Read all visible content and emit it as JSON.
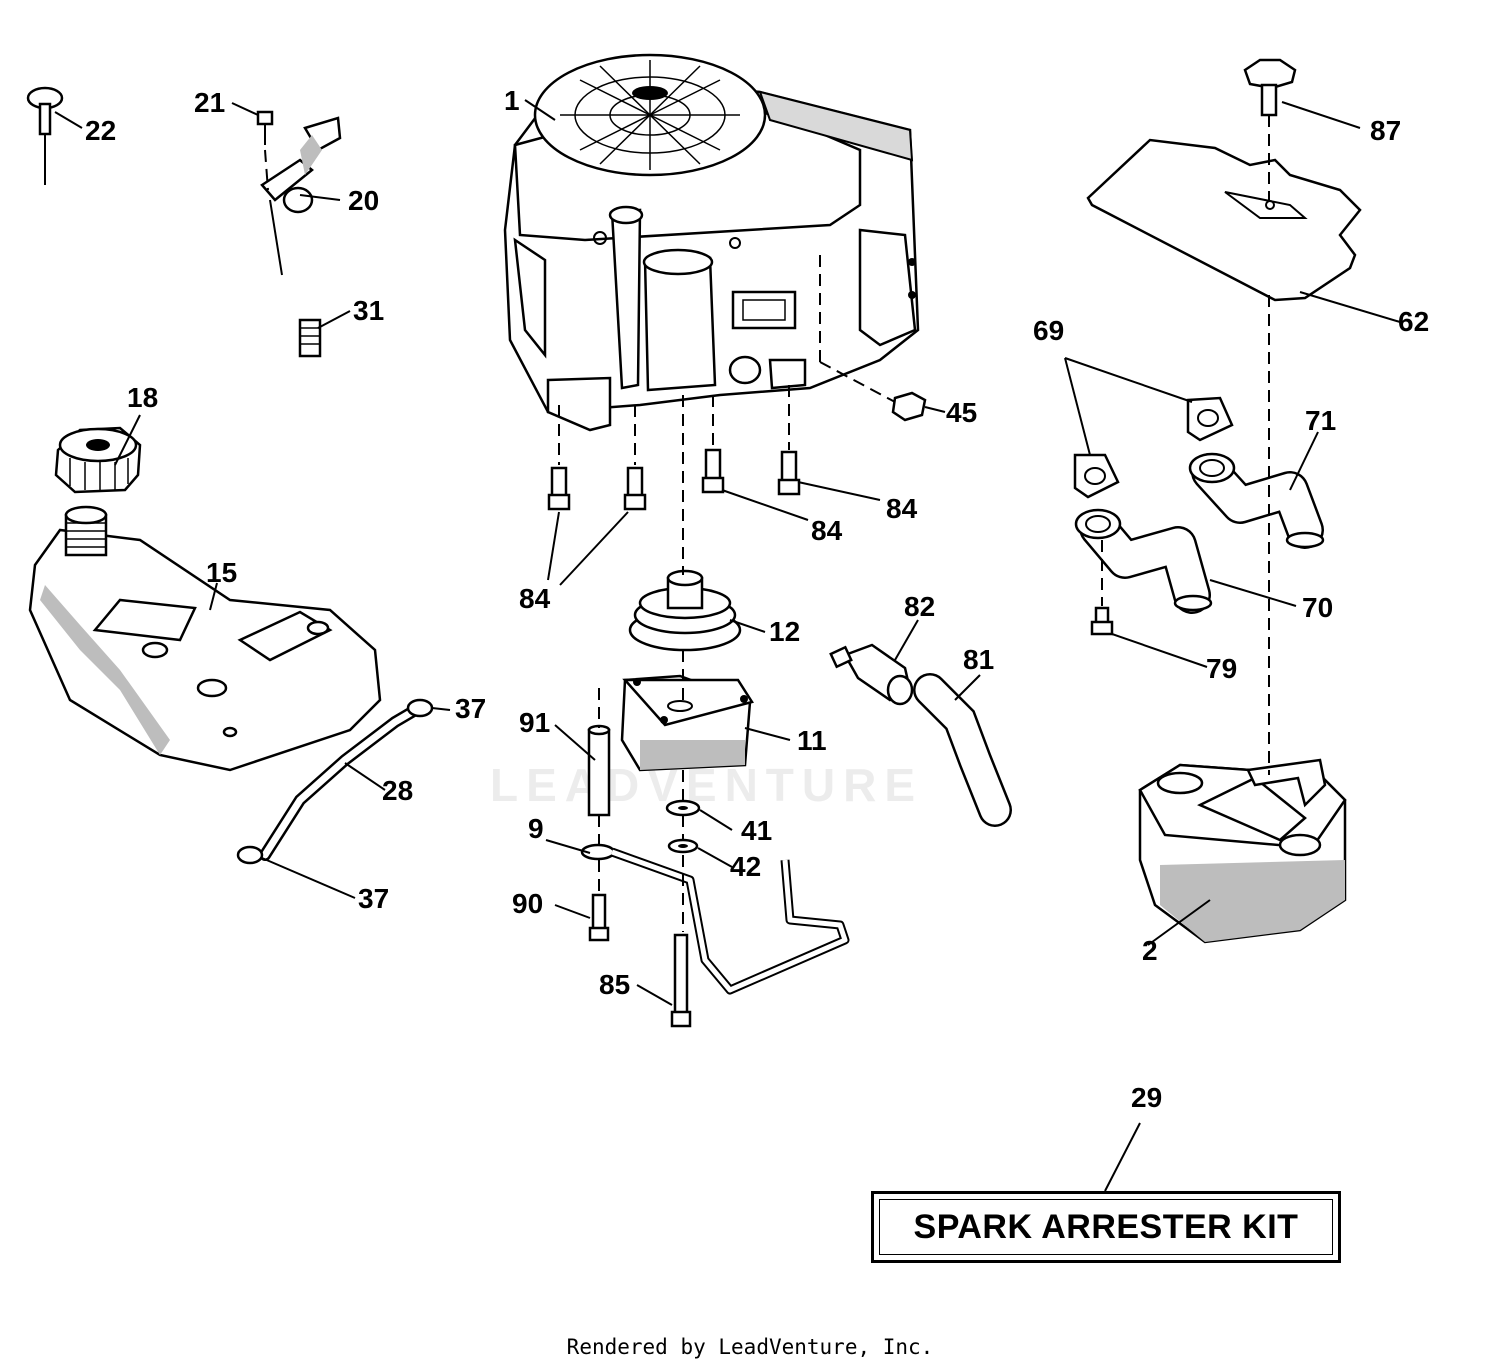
{
  "callouts": {
    "c1": "1",
    "c2": "2",
    "c9": "9",
    "c11": "11",
    "c12": "12",
    "c15": "15",
    "c18": "18",
    "c20": "20",
    "c21": "21",
    "c22": "22",
    "c28": "28",
    "c29": "29",
    "c31": "31",
    "c37a": "37",
    "c37b": "37",
    "c41": "41",
    "c42": "42",
    "c45": "45",
    "c62": "62",
    "c69": "69",
    "c70": "70",
    "c71": "71",
    "c79": "79",
    "c81": "81",
    "c82": "82",
    "c84a": "84",
    "c84b": "84",
    "c84c": "84",
    "c85": "85",
    "c87": "87",
    "c90": "90",
    "c91": "91"
  },
  "kit": {
    "label": "SPARK ARRESTER KIT"
  },
  "watermark": "LEADVENTURE",
  "footer": "Rendered by LeadVenture, Inc."
}
